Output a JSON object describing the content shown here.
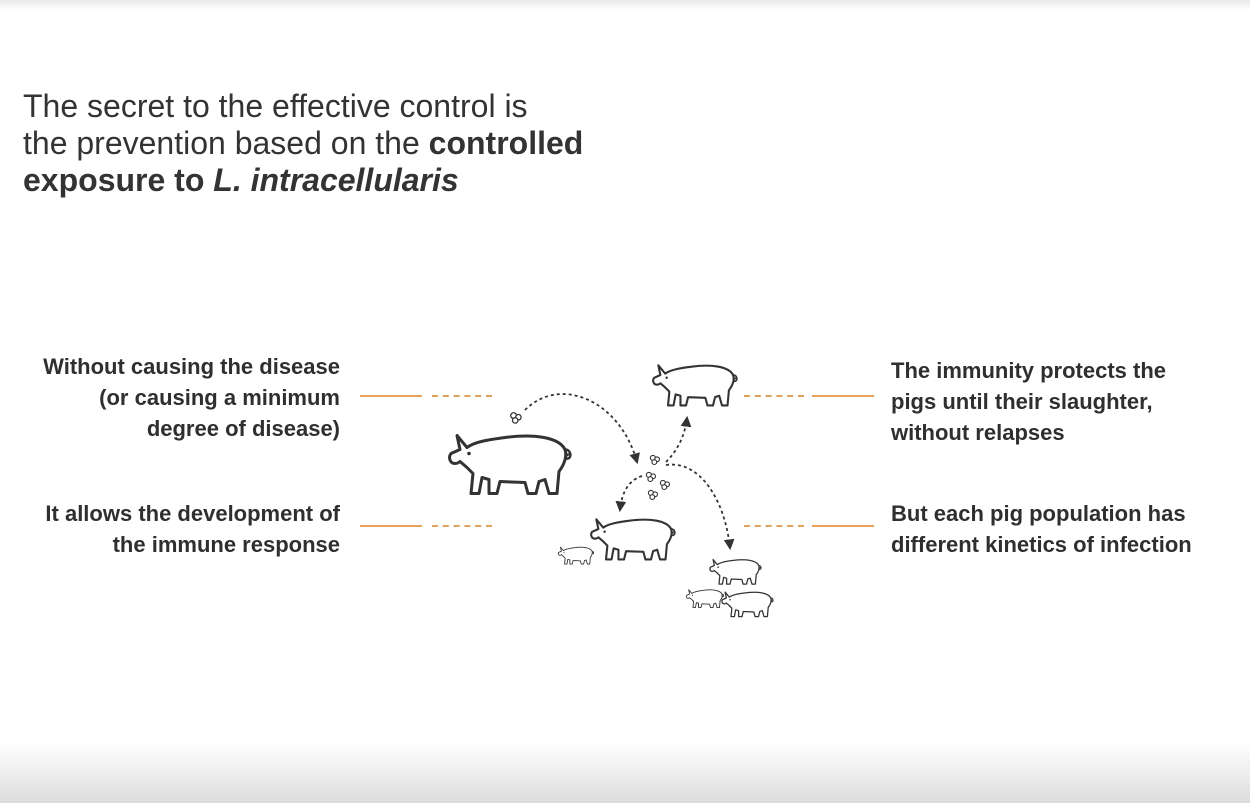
{
  "headline": {
    "line1": "The secret to the effective control is",
    "line2_regular": "the prevention based on the ",
    "line2_bold": "controlled",
    "line3_bold": "exposure to ",
    "line3_italic": "L. intracellularis"
  },
  "left_labels": {
    "top": [
      "Without causing the disease",
      "(or causing a minimum",
      "degree of disease)"
    ],
    "bottom": [
      "It allows the development of",
      "the immune response"
    ]
  },
  "right_labels": {
    "top": [
      "The immunity protects the",
      "pigs until their slaughter,",
      "without relapses"
    ],
    "bottom": [
      "But each pig population has",
      "different kinetics of infection"
    ]
  },
  "colors": {
    "connector_orange": "#e8a25a",
    "text_dark": "#333333",
    "illustration_stroke": "#333333"
  },
  "icons": [
    "pig-icon",
    "bacteria-icon",
    "curved-arrow-icon"
  ]
}
